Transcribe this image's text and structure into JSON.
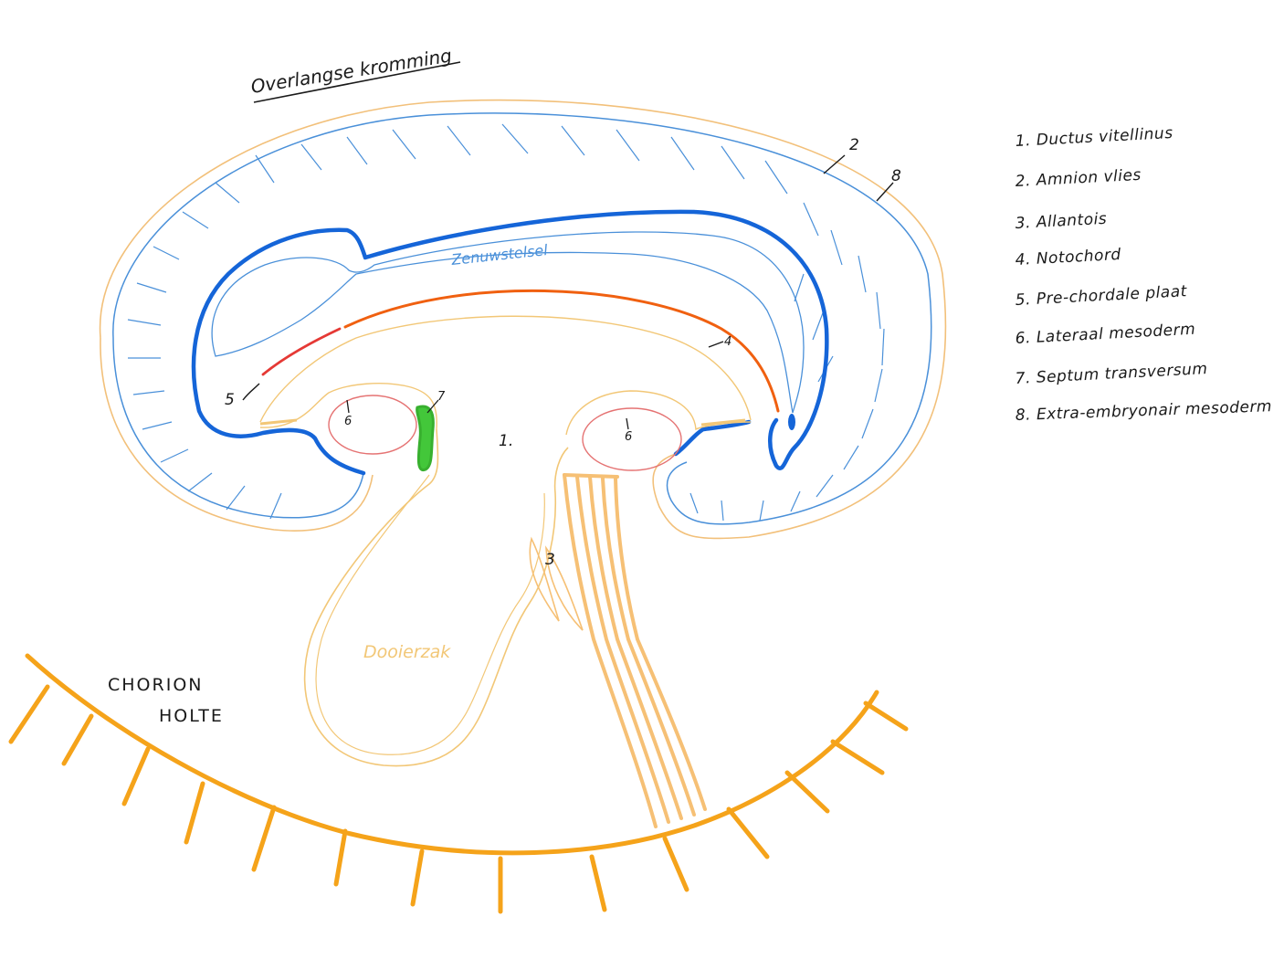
{
  "title": "Overlangse kromming",
  "labels": {
    "zenuwstelsel": "Zenuwstelsel",
    "dooierzak": "Dooierzak",
    "chorion_line1": "CHORION",
    "chorion_line2": "HOLTE",
    "n1": "1.",
    "n2": "2",
    "n3": "3",
    "n4": "4",
    "n5": "5",
    "n6_left": "6",
    "n6_right": "6",
    "n7": "7",
    "n8": "8"
  },
  "legend": [
    "1. Ductus vitellinus",
    "2. Amnion vlies",
    "3. Allantois",
    "4. Notochord",
    "5. Pre-chordale plaat",
    "6. Lateraal mesoderm",
    "7. Septum transversum",
    "8. Extra-embryonair mesoderm"
  ],
  "colors": {
    "amnion": "#4a90d9",
    "neural": "#1565d8",
    "notochord": "#f06010",
    "prechordal": "#e53935",
    "mesoderm": "#e57373",
    "septum": "#43c73a",
    "yolk": "#f2c777",
    "allantois": "#f6c075",
    "extraembryonic": "#f2c07a",
    "chorion": "#f5a31a",
    "ink": "#1a1a1a"
  }
}
